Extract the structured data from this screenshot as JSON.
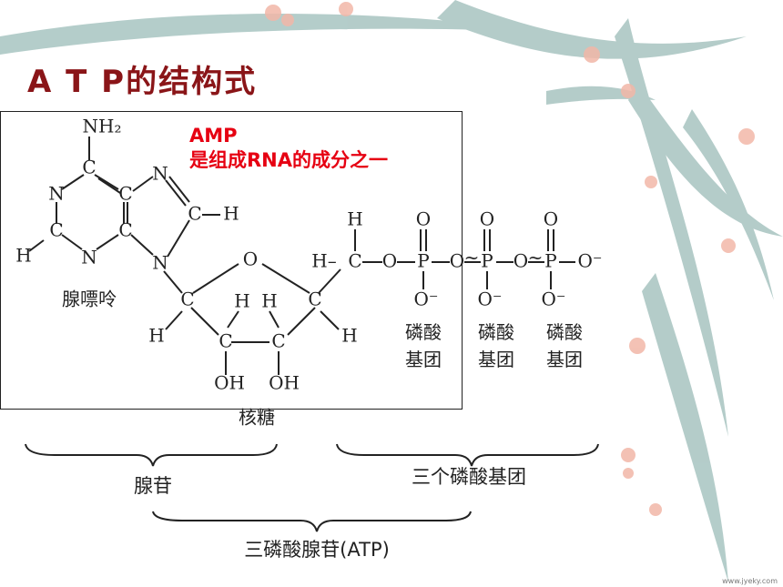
{
  "slide": {
    "title": "A T P的结构式",
    "note_line1": "AMP",
    "note_line2": "是组成RNA的成分之一",
    "watermark": "www.jyeky.com"
  },
  "molecule": {
    "adenine_atoms": {
      "nh2": "NH₂",
      "c_top": "C",
      "n1": "N",
      "c_a": "C",
      "n7": "N",
      "c8": "C",
      "h8": "H",
      "c2": "C",
      "c4": "C",
      "n9": "N",
      "h2": "H",
      "n3": "N"
    },
    "adenine_label": "腺嘌呤",
    "ribose_atoms": {
      "o_ring": "O",
      "c1": "C",
      "c4": "C",
      "h_c1": "H",
      "h_c4": "H",
      "h_c2": "H",
      "h_c3": "H",
      "c2": "C",
      "c3": "C",
      "oh2": "OH",
      "oh3": "OH",
      "c5_h_top": "H",
      "c5_h_left": "H–",
      "c5": "C"
    },
    "ribose_label": "核糖",
    "phosphate_atoms": {
      "o_bridge1": "O",
      "p1": "P",
      "p2": "P",
      "p3": "P",
      "o_bridge2": "O",
      "o_bridge3": "O",
      "tilde1": "~",
      "tilde2": "~",
      "o_top1": "O",
      "o_top2": "O",
      "o_top3": "O",
      "o_minus": "O⁻",
      "o_bot1": "O⁻",
      "o_bot2": "O⁻",
      "o_bot3": "O⁻"
    },
    "phosphate_label": "磷酸基团"
  },
  "brackets": {
    "adenosine": "腺苷",
    "three_phosphates": "三个磷酸基团",
    "atp": "三磷酸腺苷(ATP)"
  },
  "colors": {
    "title": "#8a1518",
    "note": "#e60012",
    "leaf": "#7fa9a5",
    "blossom": "#f2b7a8"
  }
}
